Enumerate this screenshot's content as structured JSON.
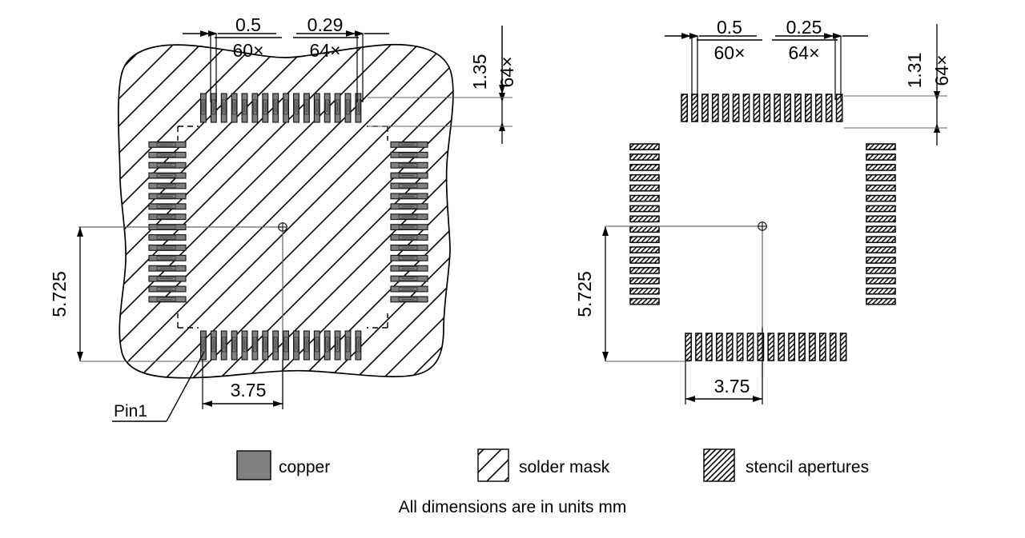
{
  "figure": {
    "title_footer": "All dimensions are in units mm",
    "units": "mm"
  },
  "left_view": {
    "name": "copper-land-pattern-view",
    "dimensions": {
      "top_left": {
        "value": "0.5",
        "count": "60×"
      },
      "top_right": {
        "value": "0.29",
        "count": "64×"
      },
      "right_vertical": {
        "value": "1.35",
        "count": "64×"
      },
      "left_vertical": {
        "value": "5.725"
      },
      "bottom_horizontal": {
        "value": "3.75"
      }
    },
    "pin_marker": {
      "label": "Pin1"
    }
  },
  "right_view": {
    "name": "stencil-aperture-view",
    "dimensions": {
      "top_left": {
        "value": "0.5",
        "count": "60×"
      },
      "top_right": {
        "value": "0.25",
        "count": "64×"
      },
      "right_vertical": {
        "value": "1.31",
        "count": "64×"
      },
      "left_vertical": {
        "value": "5.725"
      },
      "bottom_horizontal": {
        "value": "3.75"
      }
    }
  },
  "legend": {
    "items": [
      {
        "label": "copper",
        "swatch": "solid-gray",
        "color": "#808080"
      },
      {
        "label": "solder mask",
        "swatch": "wide-diagonal-hatch",
        "color": "#ffffff"
      },
      {
        "label": "stencil apertures",
        "swatch": "dense-diagonal-hatch",
        "color": "#ffffff"
      }
    ]
  },
  "colors": {
    "copper": "#808080",
    "line": "#000000",
    "thin_line": "#555555",
    "background": "#ffffff"
  }
}
